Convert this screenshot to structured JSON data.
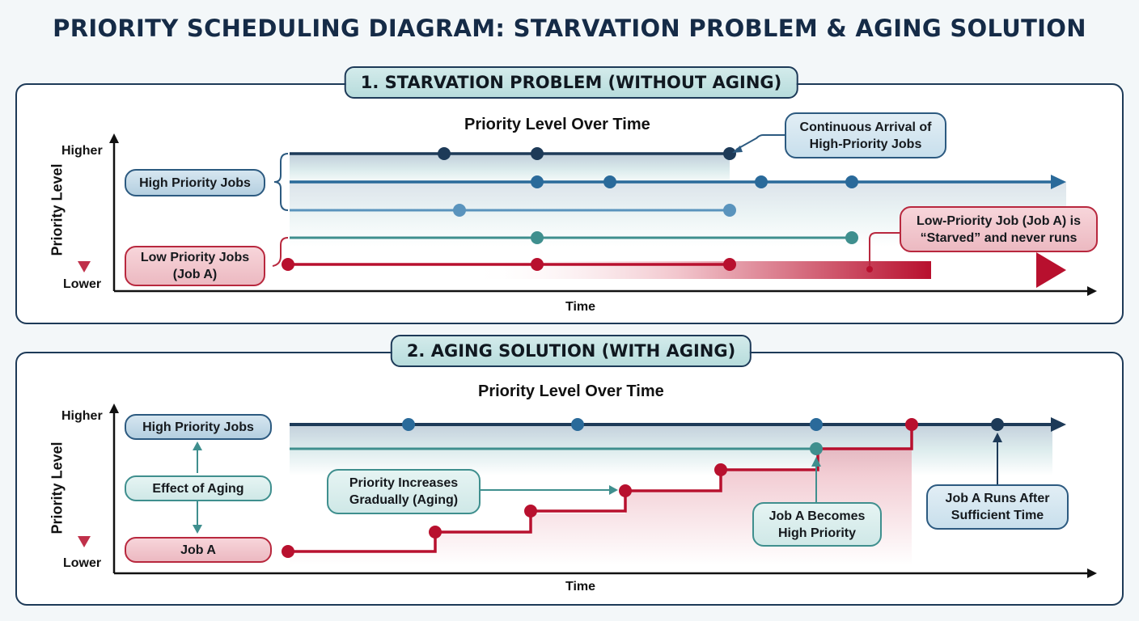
{
  "title": "PRIORITY SCHEDULING DIAGRAM: STARVATION PROBLEM & AGING SOLUTION",
  "section1": {
    "header": "1. STARVATION PROBLEM (WITHOUT AGING)",
    "chart_title": "Priority Level Over Time",
    "y_axis_label": "Priority Level",
    "y_high": "Higher",
    "y_low": "Lower",
    "x_axis_label": "Time",
    "labels": {
      "high_jobs": "High Priority Jobs",
      "low_jobs_line1": "Low Priority Jobs",
      "low_jobs_line2": "(Job A)"
    },
    "callouts": {
      "continuous_line1": "Continuous Arrival of",
      "continuous_line2": "High-Priority Jobs",
      "starved_line1": "Low-Priority Job (Job A) is",
      "starved_line2": "“Starved” and never runs"
    }
  },
  "section2": {
    "header": "2. AGING SOLUTION (WITH AGING)",
    "chart_title": "Priority Level Over Time",
    "y_axis_label": "Priority Level",
    "y_high": "Higher",
    "y_low": "Lower",
    "x_axis_label": "Time",
    "labels": {
      "high_jobs": "High Priority Jobs",
      "effect": "Effect of Aging",
      "job_a": "Job A"
    },
    "callouts": {
      "increase_line1": "Priority Increases",
      "increase_line2": "Gradually (Aging)",
      "becomes_line1": "Job A Becomes",
      "becomes_line2": "High Priority",
      "runs_line1": "Job A Runs After",
      "runs_line2": "Sufficient Time"
    }
  },
  "colors": {
    "navy": "#1d3a58",
    "blue": "#2a6a9a",
    "lightblue": "#5a94bd",
    "teal": "#3f8f8e",
    "red": "#b8102e"
  }
}
